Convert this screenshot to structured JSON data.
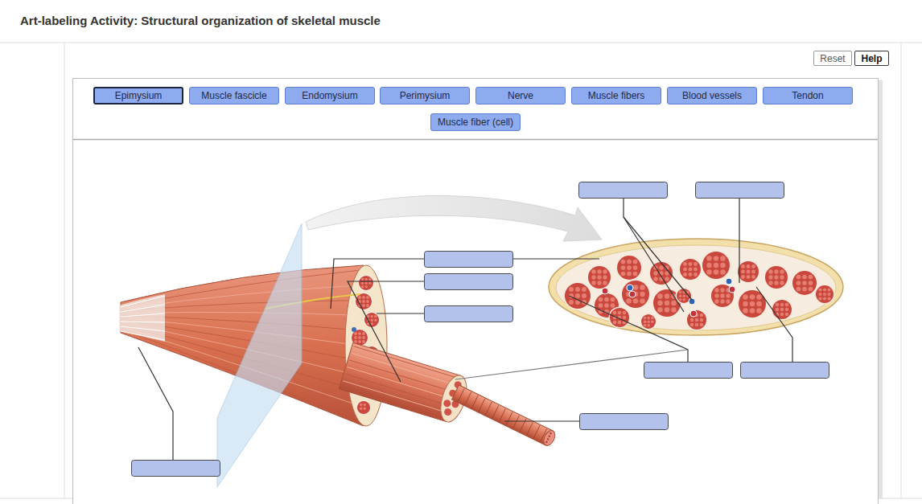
{
  "diagram": {
    "title": "Art-labeling Activity: Structural organization of skeletal muscle",
    "nodes": [
      {
        "text": [
          "Reset"
        ]
      },
      {
        "text": [
          "Help"
        ]
      },
      {
        "text": [
          "Epimysium"
        ]
      },
      {
        "text": [
          "Muscle fascicle"
        ]
      },
      {
        "text": [
          "Endomysium"
        ]
      },
      {
        "text": [
          "Perimysium"
        ]
      },
      {
        "text": [
          "Nerve"
        ]
      },
      {
        "text": [
          "Muscle fibers"
        ]
      },
      {
        "text": [
          "Blood vessels"
        ]
      },
      {
        "text": [
          "Tendon"
        ]
      },
      {
        "text": [
          "Muscle fiber (cell)"
        ]
      }
    ]
  }
}
